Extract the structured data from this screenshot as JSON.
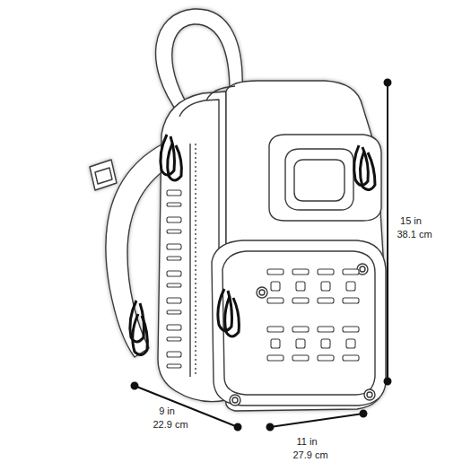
{
  "diagram": {
    "labels": [
      "15 in",
      "38.1 cm",
      "9 in",
      "22.9 cm",
      "11 in",
      "27.9 cm"
    ]
  }
}
